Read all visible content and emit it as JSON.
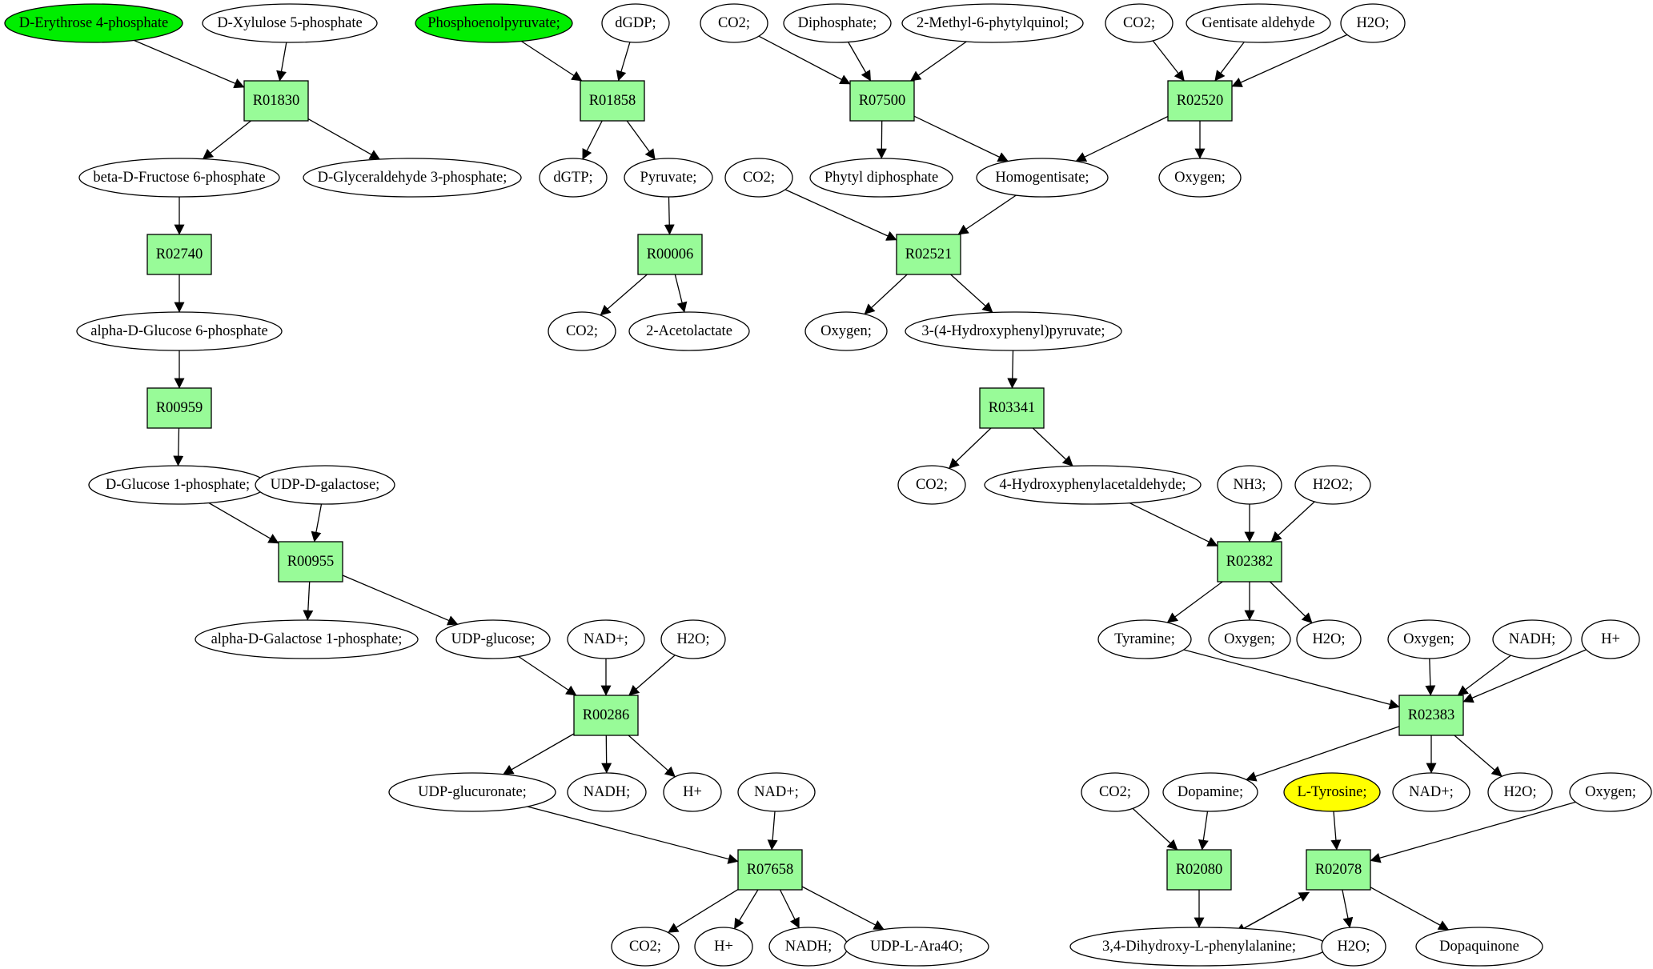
{
  "colors": {
    "reaction_fill": "#98fb98",
    "metabolite_fill": "#ffffff",
    "source_highlight": "#00ee00",
    "target_highlight": "#ffff00",
    "stroke": "#000000"
  },
  "metabolites": {
    "d_erythrose_4_phosphate": "D-Erythrose 4-phosphate",
    "d_xylulose_5_phosphate": "D-Xylulose 5-phosphate",
    "phosphoenolpyruvate": "Phosphoenolpyruvate;",
    "dgdp": "dGDP;",
    "co2_r07500": "CO2;",
    "diphosphate": "Diphosphate;",
    "methyl_phytylquinol": "2-Methyl-6-phytylquinol;",
    "co2_r02520": "CO2;",
    "gentisate_aldehyde": "Gentisate aldehyde",
    "h2o_r02520": "H2O;",
    "beta_d_fructose_6_phosphate": "beta-D-Fructose 6-phosphate",
    "d_glyceraldehyde_3_phosphate": "D-Glyceraldehyde 3-phosphate;",
    "dgtp": "dGTP;",
    "pyruvate": "Pyruvate;",
    "co2_r02521": "CO2;",
    "phytyl_diphosphate": "Phytyl diphosphate",
    "homogentisate": "Homogentisate;",
    "oxygen_r02520": "Oxygen;",
    "alpha_d_glucose_6_phosphate": "alpha-D-Glucose 6-phosphate",
    "co2_r00006": "CO2;",
    "acetolactate": "2-Acetolactate",
    "oxygen_r02521": "Oxygen;",
    "hydroxyphenylpyruvate": "3-(4-Hydroxyphenyl)pyruvate;",
    "d_glucose_1_phosphate": "D-Glucose 1-phosphate;",
    "udp_d_galactose": "UDP-D-galactose;",
    "co2_r03341": "CO2;",
    "hydroxyphenylacetaldehyde": "4-Hydroxyphenylacetaldehyde;",
    "nh3": "NH3;",
    "h2o2": "H2O2;",
    "alpha_d_galactose_1_phosphate": "alpha-D-Galactose 1-phosphate;",
    "udp_glucose": "UDP-glucose;",
    "nad_r00286": "NAD+;",
    "h2o_r00286": "H2O;",
    "tyramine": "Tyramine;",
    "oxygen_r02382": "Oxygen;",
    "h2o_r02382": "H2O;",
    "oxygen_r02383": "Oxygen;",
    "nadh_r02383": "NADH;",
    "h_r02383": "H+",
    "udp_glucuronate": "UDP-glucuronate;",
    "nadh_r00286": "NADH;",
    "h_r00286": "H+",
    "nad_r07658": "NAD+;",
    "co2_r02080": "CO2;",
    "dopamine": "Dopamine;",
    "l_tyrosine": "L-Tyrosine;",
    "nad_r02383": "NAD+;",
    "h2o_r02383": "H2O;",
    "oxygen_r02078": "Oxygen;",
    "co2_r07658": "CO2;",
    "h_r07658": "H+",
    "nadh_r07658": "NADH;",
    "udp_l_ara4o": "UDP-L-Ara4O;",
    "dopa": "3,4-Dihydroxy-L-phenylalanine;",
    "h2o_r02078": "H2O;",
    "dopaquinone": "Dopaquinone"
  },
  "reactions": {
    "r01830": "R01830",
    "r01858": "R01858",
    "r07500": "R07500",
    "r02520": "R02520",
    "r02740": "R02740",
    "r00006": "R00006",
    "r02521": "R02521",
    "r00959": "R00959",
    "r03341": "R03341",
    "r00955": "R00955",
    "r02382": "R02382",
    "r00286": "R00286",
    "r02383": "R02383",
    "r07658": "R07658",
    "r02080": "R02080",
    "r02078": "R02078"
  }
}
